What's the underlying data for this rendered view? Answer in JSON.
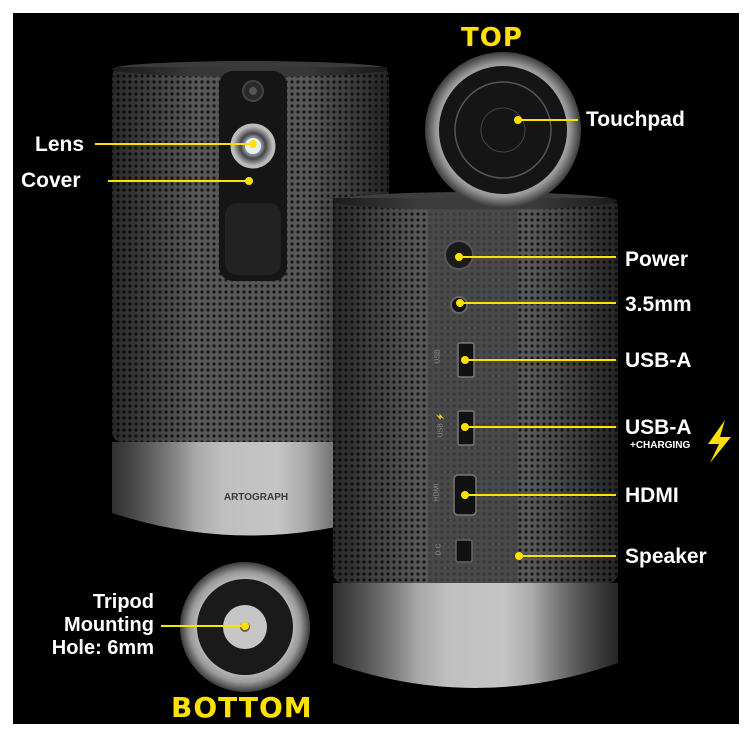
{
  "headers": {
    "top": "TOP",
    "bottom": "BOTTOM"
  },
  "brand": "ARTOGRAPH",
  "labels": {
    "lens": "Lens",
    "cover": "Cover",
    "touchpad": "Touchpad",
    "power": "Power",
    "audio": "3.5mm",
    "usb_a": "USB-A",
    "usb_a_charging": "USB-A",
    "charging_note": "+CHARGING",
    "hdmi": "HDMI",
    "speaker": "Speaker",
    "tripod_line1": "Tripod",
    "tripod_line2": "Mounting",
    "tripod_line3": "Hole: 6mm"
  },
  "port_marks": {
    "usb": "USB",
    "usb_charge": "USB ⚡",
    "hdmi": "HDMI",
    "dc": "D C"
  },
  "colors": {
    "accent": "#ffe100",
    "background": "#000000",
    "label": "#ffffff"
  },
  "icons": [
    "lightning-bolt-icon",
    "power-icon",
    "headphone-icon"
  ]
}
